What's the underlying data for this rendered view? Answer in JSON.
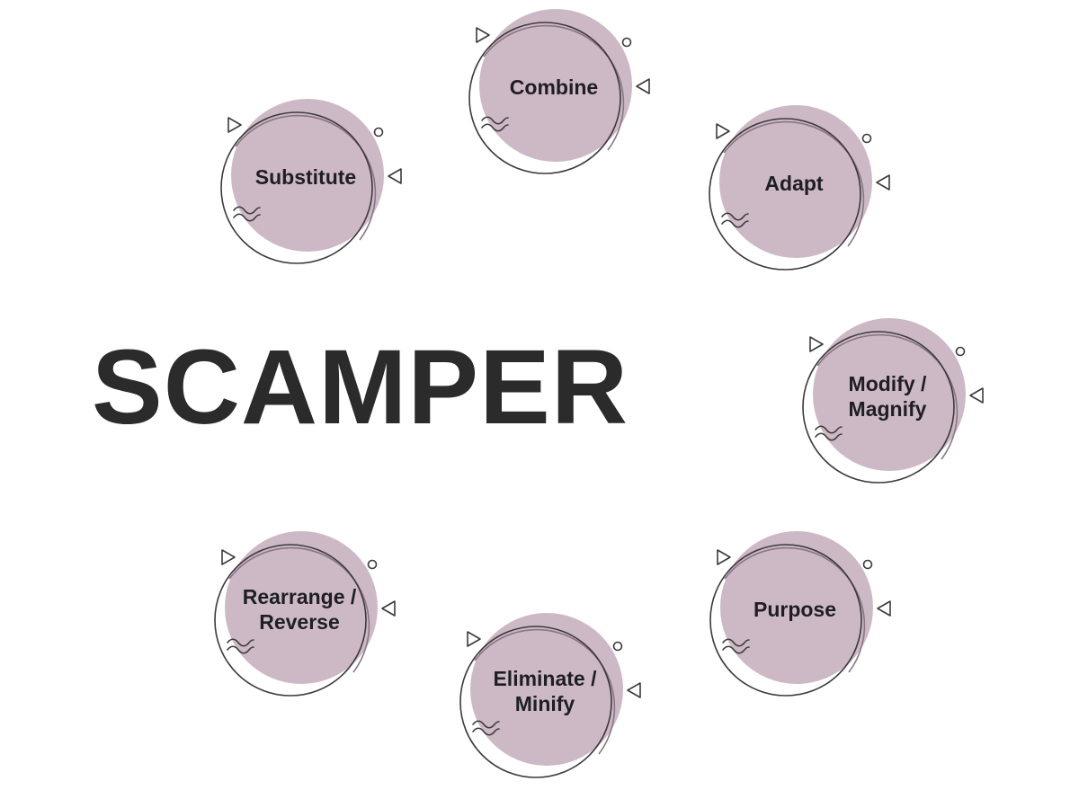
{
  "title": "SCAMPER",
  "colors": {
    "fill": "#cdb9c6",
    "outline": "#3c3a3c",
    "inner_outline": "#8a7584",
    "text": "#1e1e24",
    "title": "#2b2b2b"
  },
  "nodes": [
    {
      "id": "substitute",
      "label": "Substitute"
    },
    {
      "id": "combine",
      "label": "Combine"
    },
    {
      "id": "adapt",
      "label": "Adapt"
    },
    {
      "id": "modify",
      "label": "Modify /\nMagnify"
    },
    {
      "id": "purpose",
      "label": "Purpose"
    },
    {
      "id": "eliminate",
      "label": "Eliminate /\nMinify"
    },
    {
      "id": "rearrange",
      "label": "Rearrange /\nReverse"
    }
  ]
}
